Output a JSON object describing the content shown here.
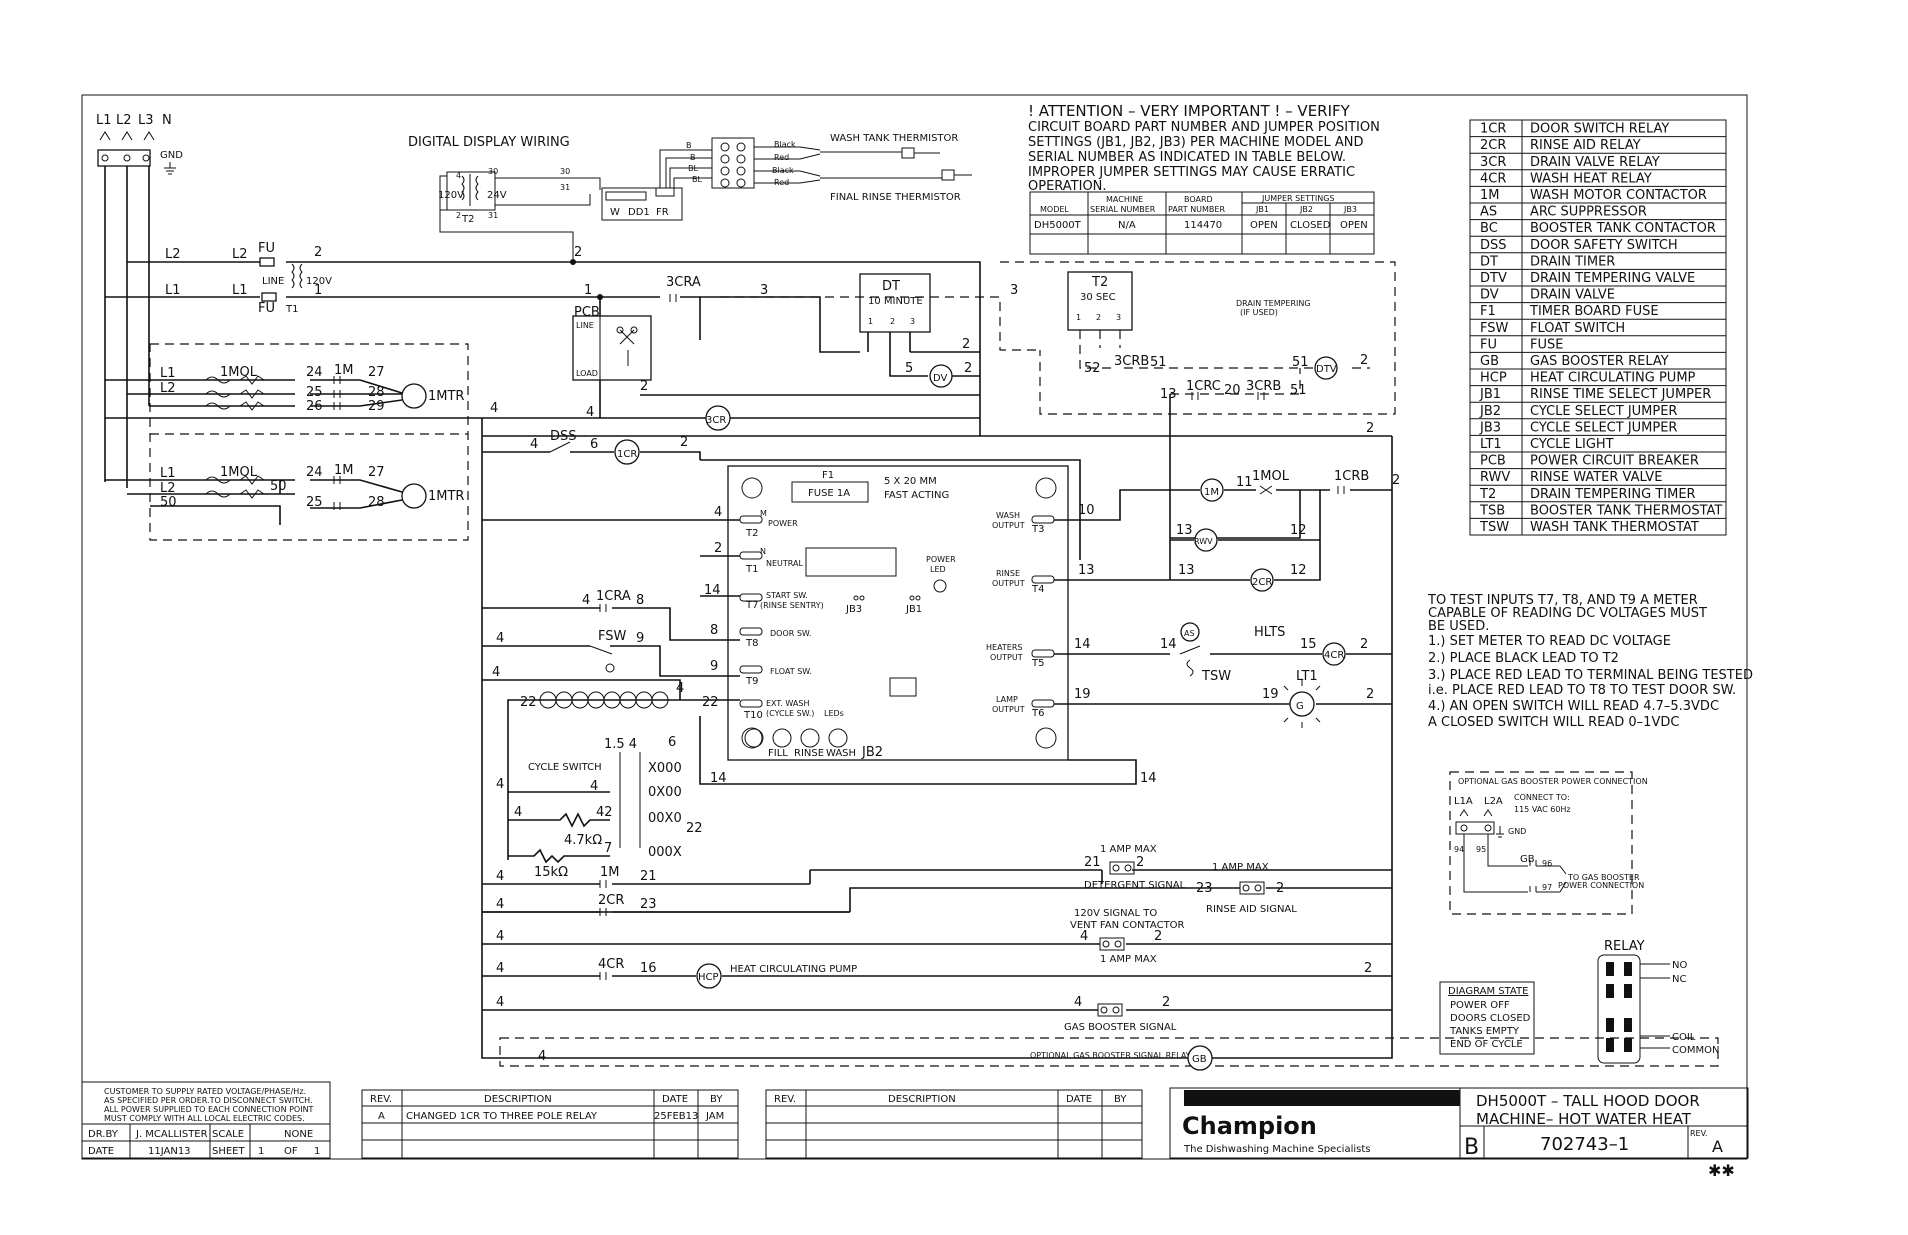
{
  "supply": {
    "l1": "L1",
    "l2": "L2",
    "l3": "L3",
    "n": "N",
    "gnd": "GND"
  },
  "digital": {
    "title": "DIGITAL DISPLAY WIRING",
    "v120": "120V",
    "v24": "24V",
    "t2": "T2",
    "n4": "4",
    "n30": "30",
    "n30b": "30",
    "n31": "31",
    "n31b": "31",
    "n2": "2",
    "w": "W",
    "dd1": "DD1",
    "fr": "FR",
    "wash_therm": "WASH TANK THERMISTOR",
    "rinse_therm": "FINAL RINSE THERMISTOR",
    "b1": "B",
    "b2": "B",
    "bl1": "BL",
    "bl2": "BL",
    "black1": "Black",
    "red1": "Red",
    "black2": "Black",
    "red2": "Red"
  },
  "attention": {
    "lines": [
      "! ATTENTION – VERY IMPORTANT ! – VERIFY",
      "CIRCUIT BOARD PART NUMBER AND JUMPER POSITION",
      "SETTINGS (JB1, JB2, JB3) PER MACHINE MODEL AND",
      "SERIAL NUMBER AS INDICATED IN TABLE BELOW.",
      "IMPROPER JUMPER SETTINGS MAY CAUSE ERRATIC",
      "OPERATION."
    ],
    "h_model": "MODEL",
    "h_machine": "MACHINE",
    "h_serial": "SERIAL NUMBER",
    "h_board": "BOARD",
    "h_part": "PART NUMBER",
    "h_jumper": "JUMPER SETTINGS",
    "h_jb1": "JB1",
    "h_jb2": "JB2",
    "h_jb3": "JB3",
    "model": "DH5000T",
    "serial": "N/A",
    "part": "114470",
    "jb1": "OPEN",
    "jb2": "CLOSED",
    "jb3": "OPEN"
  },
  "legend": [
    {
      "code": "1CR",
      "desc": "DOOR SWITCH RELAY"
    },
    {
      "code": "2CR",
      "desc": "RINSE AID RELAY"
    },
    {
      "code": "3CR",
      "desc": "DRAIN VALVE RELAY"
    },
    {
      "code": "4CR",
      "desc": "WASH HEAT RELAY"
    },
    {
      "code": "1M",
      "desc": "WASH MOTOR CONTACTOR"
    },
    {
      "code": "AS",
      "desc": "ARC SUPPRESSOR"
    },
    {
      "code": "BC",
      "desc": "BOOSTER TANK CONTACTOR"
    },
    {
      "code": "DSS",
      "desc": "DOOR SAFETY SWITCH"
    },
    {
      "code": "DT",
      "desc": "DRAIN TIMER"
    },
    {
      "code": "DTV",
      "desc": "DRAIN TEMPERING VALVE"
    },
    {
      "code": "DV",
      "desc": "DRAIN VALVE"
    },
    {
      "code": "F1",
      "desc": "TIMER BOARD FUSE"
    },
    {
      "code": "FSW",
      "desc": "FLOAT SWITCH"
    },
    {
      "code": "FU",
      "desc": "FUSE"
    },
    {
      "code": "GB",
      "desc": "GAS BOOSTER RELAY"
    },
    {
      "code": "HCP",
      "desc": "HEAT CIRCULATING PUMP"
    },
    {
      "code": "JB1",
      "desc": "RINSE TIME SELECT JUMPER"
    },
    {
      "code": "JB2",
      "desc": "CYCLE SELECT JUMPER"
    },
    {
      "code": "JB3",
      "desc": "CYCLE SELECT JUMPER"
    },
    {
      "code": "LT1",
      "desc": "CYCLE LIGHT"
    },
    {
      "code": "PCB",
      "desc": "POWER CIRCUIT BREAKER"
    },
    {
      "code": "RWV",
      "desc": "RINSE WATER VALVE"
    },
    {
      "code": "T2",
      "desc": "DRAIN TEMPERING TIMER"
    },
    {
      "code": "TSB",
      "desc": "BOOSTER TANK THERMOSTAT"
    },
    {
      "code": "TSW",
      "desc": "WASH TANK THERMOSTAT"
    }
  ],
  "test_note": [
    "TO TEST INPUTS T7, T8, AND T9 A METER",
    "CAPABLE OF READING DC VOLTAGES MUST",
    "BE USED.",
    "1.) SET METER TO READ DC VOLTAGE",
    "2.) PLACE BLACK LEAD TO T2",
    "3.) PLACE RED LEAD TO TERMINAL BEING TESTED",
    "     i.e. PLACE RED LEAD TO T8 TO TEST DOOR SW.",
    "4.) AN OPEN SWITCH WILL READ 4.7–5.3VDC",
    "     A CLOSED SWITCH WILL READ 0–1VDC"
  ],
  "gasconn": {
    "title": "OPTIONAL GAS BOOSTER POWER CONNECTION",
    "l1a": "L1A",
    "l2a": "L2A",
    "connect": "CONNECT TO:",
    "vac": "115 VAC  60Hz",
    "gnd": "GND",
    "n94": "94",
    "n95": "95",
    "gb": "GB",
    "n96": "96",
    "n97": "97",
    "to": "TO GAS BOOSTER",
    "power": "POWER CONNECTION"
  },
  "relay": {
    "title": "RELAY",
    "no": "NO",
    "nc": "NC",
    "coil": "COIL",
    "common": "COMMON"
  },
  "diagram_state": {
    "title": "DIAGRAM STATE",
    "lines": [
      "POWER OFF",
      "DOORS CLOSED",
      "TANKS EMPTY",
      "END OF CYCLE"
    ]
  },
  "board": {
    "f1": "F1",
    "fuse": "FUSE 1A",
    "fuse_spec1": "5 X 20 MM",
    "fuse_spec2": "FAST ACTING",
    "t2": "T2",
    "power": "POWER",
    "t1": "T1",
    "neutral": "NEUTRAL",
    "m": "M",
    "n": "N",
    "power_led1": "POWER",
    "power_led2": "LED",
    "start1": "START SW.",
    "start2": "(RINSE SENTRY)",
    "t7": "T7",
    "door": "DOOR SW.",
    "t8": "T8",
    "float": "FLOAT SW.",
    "t9": "T9",
    "ext1": "EXT. WASH",
    "ext2": "(CYCLE SW.)",
    "t10": "T10",
    "leds": "LEDs",
    "jb3": "JB3",
    "jb1": "JB1",
    "jb2": "JB2",
    "fill": "FILL",
    "rinse": "RINSE",
    "wash": "WASH",
    "wash_out1": "WASH",
    "wash_out2": "OUTPUT",
    "t3": "T3",
    "rinse_out1": "RINSE",
    "rinse_out2": "OUTPUT",
    "t4": "T4",
    "heat_out1": "HEATERS",
    "heat_out2": "OUTPUT",
    "t5": "T5",
    "lamp_out1": "LAMP",
    "lamp_out2": "OUTPUT",
    "t6": "T6"
  },
  "labels": {
    "fu": "FU",
    "fu2": "FU",
    "line": "LINE",
    "v120": "120V",
    "t1": "T1",
    "l2a": "L2",
    "l2b": "L2",
    "l1a": "L1",
    "l1b": "L1",
    "n2": "2",
    "n1": "1",
    "n1b": "1",
    "n2b": "2",
    "pcb": "PCB",
    "line_s": "LINE",
    "load_s": "LOAD",
    "cra3": "3CRA",
    "n3": "3",
    "n3b": "3",
    "dt": "DT",
    "dt_min": "10 MINUTE",
    "dt1": "1",
    "dt2": "2",
    "dt3": "3",
    "n5": "5",
    "dv": "DV",
    "t2": "T2",
    "t2sec": "30 SEC",
    "t21": "1",
    "t22": "2",
    "t23": "3",
    "drain_temp1": "DRAIN TEMPERING",
    "drain_temp2": "(IF USED)",
    "n52": "52",
    "crb3": "3CRB",
    "n51": "51",
    "n51b": "51",
    "dtv": "DTV",
    "n13": "13",
    "crc1": "1CRC",
    "n20": "20",
    "crb3b": "3CRB",
    "n51c": "51",
    "mol1": "1MOL",
    "m1": "1M",
    "mtr1": "1MTR",
    "mol2": "1MOL",
    "m2": "1M",
    "mtr2": "1MTR",
    "p24": "24",
    "p25": "25",
    "p26": "26",
    "p27": "27",
    "p28": "28",
    "p29": "29",
    "q24": "24",
    "q25": "25",
    "q27": "27",
    "q28": "28",
    "q50": "50",
    "q50b": "50",
    "cr3": "3CR",
    "dss": "DSS",
    "cr1": "1CR",
    "n4": "4",
    "n6": "6",
    "n2c": "2",
    "n2d": "2",
    "m_coil": "1M",
    "mol3": "1MOL",
    "crb1": "1CRB",
    "n11": "11",
    "n10": "10",
    "rwv": "RWV",
    "n13b": "13",
    "n12": "12",
    "n13c": "13",
    "n12b": "12",
    "cr2": "2CR",
    "cra1": "1CRA",
    "n8": "8",
    "fsw": "FSW",
    "n9": "9",
    "n14": "14",
    "as": "AS",
    "hlts": "HLTS",
    "tsw": "TSW",
    "n15": "15",
    "cr4": "4CR",
    "lt1": "LT1",
    "n19": "19",
    "n19b": "19",
    "g": "G",
    "n22": "22",
    "n22b": "22",
    "n4b": "4",
    "cycle_sw": "CYCLE SWITCH",
    "c154": "1.5 4",
    "c6": "6",
    "x000": "X000",
    "x0x00": "0X00",
    "x00x0": "00X0",
    "x000x": "000X",
    "n42": "42",
    "r47k": "4.7kΩ",
    "r15k": "15kΩ",
    "n7": "7",
    "n22c": "22",
    "n14b": "14",
    "n14c": "14",
    "amp1": "1 AMP MAX",
    "n21": "21",
    "det": "DETERGENT SIGNAL",
    "amp2": "1 AMP MAX",
    "n23": "23",
    "rinse_aid": "RINSE AID SIGNAL",
    "m1c": "1M",
    "n21b": "21",
    "cr2b": "2CR",
    "n23b": "23",
    "vent1": "120V SIGNAL TO",
    "vent2": "VENT FAN CONTACTOR",
    "amp3": "1 AMP MAX",
    "cr4b": "4CR",
    "n16": "16",
    "hcp": "HCP",
    "heat_pump": "HEAT CIRCULATING PUMP",
    "gas_sig": "GAS BOOSTER SIGNAL",
    "opt_gas": "OPTIONAL GAS BOOSTER SIGNAL RELAY",
    "gb": "GB"
  },
  "titleblock": {
    "customer": [
      "CUSTOMER TO SUPPLY RATED VOLTAGE/PHASE/Hz.",
      "AS SPECIFIED PER ORDER.TO DISCONNECT SWITCH.",
      "ALL POWER SUPPLIED TO EACH CONNECTION POINT",
      "MUST COMPLY WITH ALL LOCAL ELECTRIC CODES."
    ],
    "dr_by": "DR.BY",
    "drafter": "J. MCALLISTER",
    "scale": "SCALE",
    "scale_val": "NONE",
    "date": "DATE",
    "date_val": "11JAN13",
    "sheet": "SHEET",
    "sheet_val": "1",
    "of": "OF",
    "of_val": "1",
    "rev_h": "REV.",
    "desc_h": "DESCRIPTION",
    "date_h": "DATE",
    "by_h": "BY",
    "rev1": "A",
    "desc1": "CHANGED 1CR TO THREE POLE RELAY",
    "date1": "25FEB13",
    "by1": "JAM",
    "rev_h2": "REV.",
    "desc_h2": "DESCRIPTION",
    "date_h2": "DATE",
    "by_h2": "BY",
    "brand": "Champion",
    "tagline": "The Dishwashing Machine Specialists",
    "title1": "DH5000T – TALL HOOD DOOR",
    "title2": "MACHINE– HOT WATER HEAT",
    "size": "B",
    "dwg": "702743–1",
    "rev_label": "REV.",
    "rev_val": "A",
    "marks": "✱✱"
  }
}
